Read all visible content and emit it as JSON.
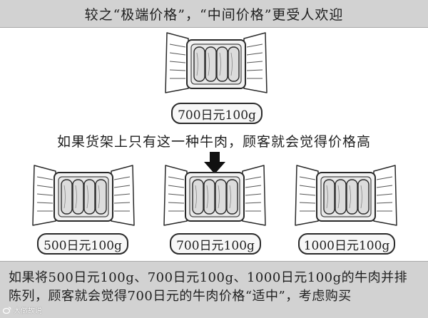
{
  "header": {
    "title": "较之“极端价格”，“中间价格”更受人欢迎"
  },
  "packages": {
    "top": {
      "price_label": "700日元100g"
    },
    "left": {
      "price_label": "500日元100g"
    },
    "center": {
      "price_label": "700日元100g"
    },
    "right": {
      "price_label": "1000日元100g"
    }
  },
  "middle": {
    "caption": "如果货架上只有这一种牛肉，顾客就会觉得价格高"
  },
  "bottom": {
    "line1": "如果将500日元100g、700日元100g、1000日元100g的牛肉并排",
    "line2": "陈列，顾客就会觉得700日元的牛肉价格“适中”，考虑购买"
  },
  "watermark": {
    "text": "大做故说"
  },
  "icons": {
    "pointer": "down-arrow-icon",
    "package": "meat-package-icon",
    "watermark_logo": "weibo-logo-icon"
  },
  "colors": {
    "band_bg": "#d2d2d2",
    "box_border": "#2a2a2a",
    "arrow": "#111111",
    "meat_fill": "#dcdcdc"
  }
}
